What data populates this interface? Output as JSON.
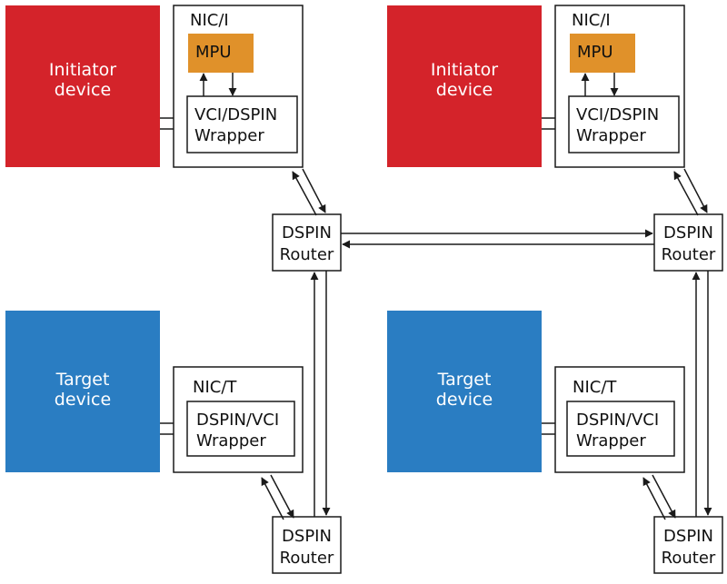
{
  "colors": {
    "initiator": "#d4232a",
    "target": "#2a7dc2",
    "mpu": "#e0912a",
    "stroke": "#1a1a1a"
  },
  "quadrants": [
    {
      "device": {
        "kind": "initiator",
        "lines": [
          "Initiator",
          "device"
        ]
      },
      "nic": {
        "title": "NIC/I",
        "mpu": "MPU",
        "wrapper": [
          "VCI/DSPIN",
          "Wrapper"
        ]
      },
      "router": [
        "DSPIN",
        "Router"
      ]
    },
    {
      "device": {
        "kind": "initiator",
        "lines": [
          "Initiator",
          "device"
        ]
      },
      "nic": {
        "title": "NIC/I",
        "mpu": "MPU",
        "wrapper": [
          "VCI/DSPIN",
          "Wrapper"
        ]
      },
      "router": [
        "DSPIN",
        "Router"
      ]
    },
    {
      "device": {
        "kind": "target",
        "lines": [
          "Target",
          "device"
        ]
      },
      "nic": {
        "title": "NIC/T",
        "wrapper": [
          "DSPIN/VCI",
          "Wrapper"
        ]
      },
      "router": [
        "DSPIN",
        "Router"
      ]
    },
    {
      "device": {
        "kind": "target",
        "lines": [
          "Target",
          "device"
        ]
      },
      "nic": {
        "title": "NIC/T",
        "wrapper": [
          "DSPIN/VCI",
          "Wrapper"
        ]
      },
      "router": [
        "DSPIN",
        "Router"
      ]
    }
  ]
}
